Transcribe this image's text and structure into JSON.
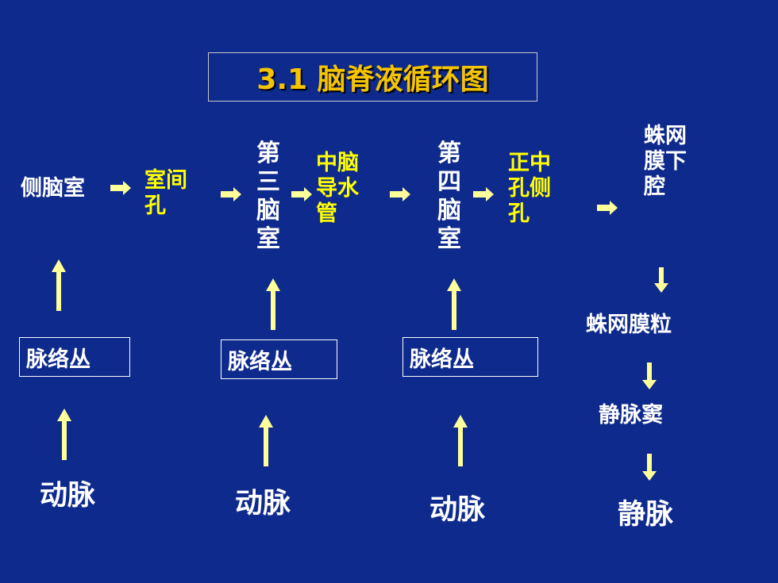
{
  "title": "3.1  脑脊液循环图",
  "colors": {
    "background": "#0E2A8C",
    "title_text": "#F5C400",
    "yellow_label": "#FFFF00",
    "arrow_fill": "#FFFF99",
    "white_text": "#FFFFFF"
  },
  "flow": {
    "lateral_ventricle": "侧脑室",
    "interventricular_foramen": "室间孔",
    "third_ventricle": "第三脑室",
    "cerebral_aqueduct": "中脑导水管",
    "fourth_ventricle": "第四脑室",
    "median_lateral_apertures": "正中孔侧孔",
    "subarachnoid_space": "蛛网膜下腔",
    "arachnoid_granulations": "蛛网膜粒",
    "venous_sinus": "静脉窦",
    "vein": "静脉"
  },
  "sources": [
    {
      "plexus": "脉络丛",
      "artery": "动脉"
    },
    {
      "plexus": "脉络丛",
      "artery": "动脉"
    },
    {
      "plexus": "脉络丛",
      "artery": "动脉"
    }
  ]
}
